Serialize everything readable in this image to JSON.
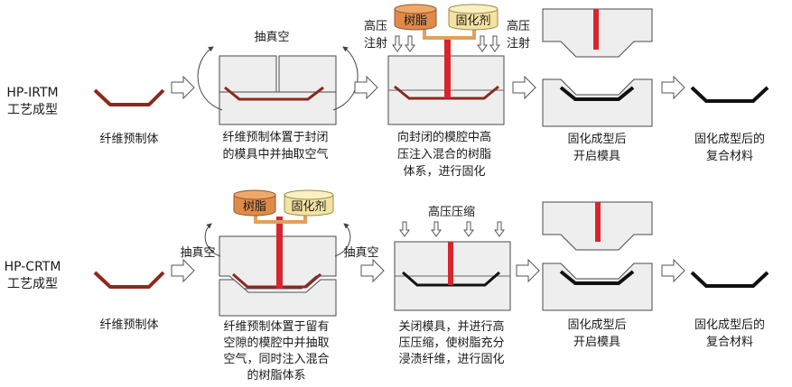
{
  "colors": {
    "fiber_preform": "#8b2a1e",
    "resin_channel": "#d7262b",
    "resin_can": "#e08a4a",
    "hardener_can": "#f3e2a1",
    "cured_part": "#111111",
    "mold": "#eeeeee"
  },
  "irtm": {
    "process_label": [
      "HP-IRTM",
      "工艺成型"
    ],
    "vacuum_label": "抽真空",
    "inject_left": [
      "高压",
      "注射"
    ],
    "inject_right": [
      "高压",
      "注射"
    ],
    "resin": "树脂",
    "hardener": "固化剂",
    "steps": [
      {
        "caption": [
          "纤维预制体"
        ]
      },
      {
        "caption": [
          "纤维预制体置于封闭",
          "的模具中并抽取空气"
        ]
      },
      {
        "caption": [
          "向封闭的模腔中高",
          "压注入混合的树脂",
          "体系，进行固化"
        ]
      },
      {
        "caption": [
          "固化成型后",
          "开启模具"
        ]
      },
      {
        "caption": [
          "固化成型后的",
          "复合材料"
        ]
      }
    ]
  },
  "crtm": {
    "process_label": [
      "HP-CRTM",
      "工艺成型"
    ],
    "vacuum_left": "抽真空",
    "vacuum_right": "抽真空",
    "resin": "树脂",
    "hardener": "固化剂",
    "compression_label": "高压压缩",
    "steps": [
      {
        "caption": [
          "纤维预制体"
        ]
      },
      {
        "caption": [
          "纤维预制体置于留有",
          "空隙的模腔中并抽取",
          "空气，同时注入混合",
          "的树脂体系"
        ]
      },
      {
        "caption": [
          "关闭模具，并进行高",
          "压压缩，使树脂充分",
          "浸渍纤维，进行固化"
        ]
      },
      {
        "caption": [
          "固化成型后",
          "开启模具"
        ]
      },
      {
        "caption": [
          "固化成型后的",
          "复合材料"
        ]
      }
    ]
  }
}
